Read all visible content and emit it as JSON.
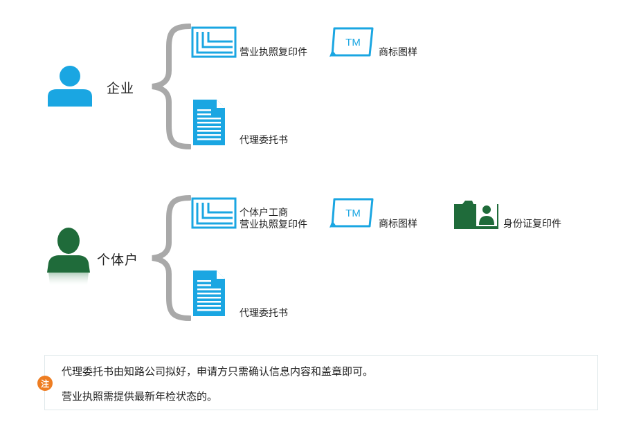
{
  "colors": {
    "blue": "#1aa6e2",
    "green": "#1f6b3a",
    "brace": "#a9a9a9",
    "note_badge": "#ee7d22"
  },
  "enterprise": {
    "title": "企业",
    "icon": "user-blue-icon",
    "items": [
      {
        "icon": "business-license-icon",
        "label": "营业执照复印件"
      },
      {
        "icon": "trademark-sample-icon",
        "label": "商标图样",
        "mark": "TM"
      },
      {
        "icon": "authorization-letter-icon",
        "label": "代理委托书"
      }
    ]
  },
  "individual": {
    "title": "个体户",
    "icon": "user-green-icon",
    "items": [
      {
        "icon": "business-license-icon",
        "label_line1": "个体户工商",
        "label_line2": "营业执照复印件"
      },
      {
        "icon": "trademark-sample-icon",
        "label": "商标图样",
        "mark": "TM"
      },
      {
        "icon": "id-card-icon",
        "label": "身份证复印件"
      },
      {
        "icon": "authorization-letter-icon",
        "label": "代理委托书"
      }
    ]
  },
  "note": {
    "badge": "注",
    "line1": "代理委托书由知路公司拟好，申请方只需确认信息内容和盖章即可。",
    "line2": "营业执照需提供最新年检状态的。"
  }
}
